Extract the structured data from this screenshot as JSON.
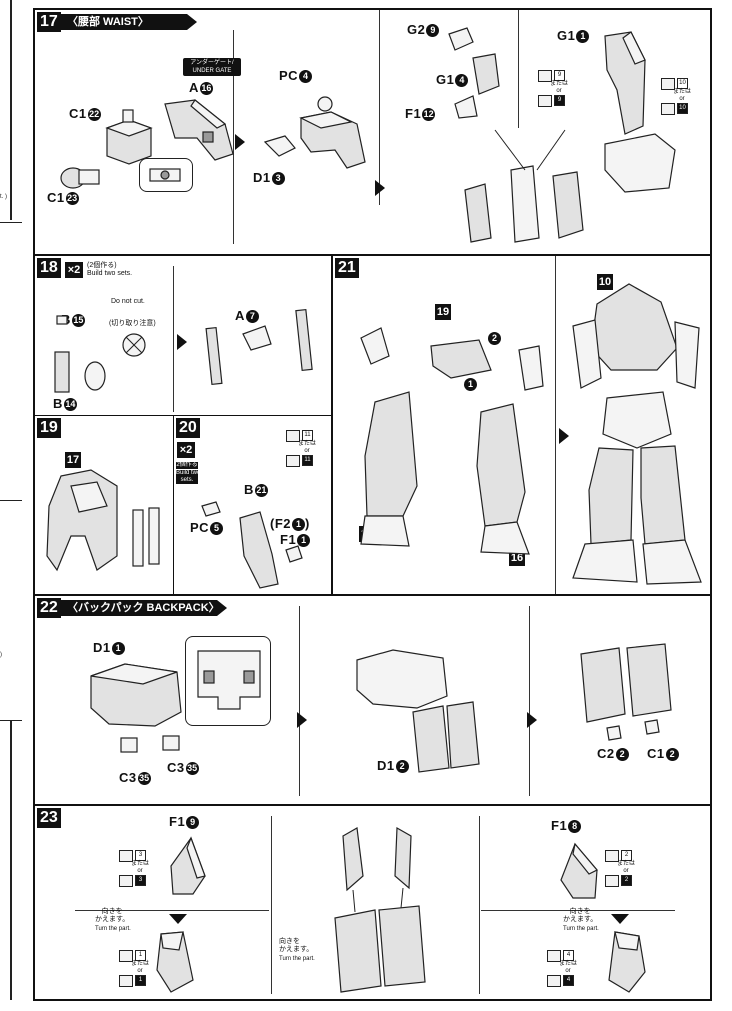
{
  "edge": {
    "note_top": "t.\n)",
    "note_mid": ")"
  },
  "step17": {
    "number": "17",
    "title": "〈腰部 WAIST〉",
    "under_gate_badge": "アンダーゲート/\nUNDER GATE",
    "labels": {
      "a16": "A",
      "a16c": "16",
      "c122": "C1",
      "c122c": "22",
      "c123": "C1",
      "c123c": "23",
      "pc4": "PC",
      "pc4c": "4",
      "d13": "D1",
      "d13c": "3",
      "g29": "G2",
      "g29c": "9",
      "g14": "G1",
      "g14c": "4",
      "f112": "F1",
      "f112c": "12",
      "g11": "G1",
      "g11c": "1"
    },
    "alt_left": {
      "top": "9",
      "or_ja": "または",
      "or_en": "or",
      "bottom": "9"
    },
    "alt_right": {
      "top": "10",
      "or_ja": "または",
      "or_en": "or",
      "bottom": "10"
    }
  },
  "step18": {
    "number": "18",
    "x2": "×2",
    "build_ja": "(2個作る)",
    "build_en": "Build two sets.",
    "do_not_cut_en": "Do not cut.",
    "do_not_cut_ja": "(切り取り注意)",
    "labels": {
      "b15": "B",
      "b15c": "15",
      "b14": "B",
      "b14c": "14",
      "a7": "A",
      "a7c": "7"
    }
  },
  "step19": {
    "number": "19",
    "ref": "17"
  },
  "step20": {
    "number": "20",
    "x2": "×2",
    "build_ja": "2個作る",
    "build_en": "Build two\nsets.",
    "labels": {
      "b21": "B",
      "b21c": "21",
      "pc5": "PC",
      "pc5c": "5",
      "f21": "(F2",
      "f21c": "1",
      "f21end": ")",
      "f11": "F1",
      "f11c": "1"
    },
    "alt": {
      "top": "11",
      "or_ja": "または",
      "or_en": "or",
      "bottom": "11"
    }
  },
  "step21": {
    "number": "21",
    "refs": {
      "top": "19",
      "left_bottom": "14",
      "right_bottom": "16",
      "right_top": "10"
    },
    "markers": {
      "m1": "1",
      "m2": "2"
    }
  },
  "step22": {
    "number": "22",
    "title": "〈バックパック BACKPACK〉",
    "labels": {
      "d11": "D1",
      "d11c": "1",
      "c335a": "C3",
      "c335ac": "35",
      "c335b": "C3",
      "c335bc": "35",
      "d12": "D1",
      "d12c": "2",
      "c22": "C2",
      "c22c": "2",
      "c12": "C1",
      "c12c": "2"
    }
  },
  "step23": {
    "number": "23",
    "labels": {
      "f19": "F1",
      "f19c": "9",
      "f18": "F1",
      "f18c": "8"
    },
    "turn_ja": "向きを\nかえます。",
    "turn_en": "Turn the part.",
    "alt_l_top": {
      "top": "3",
      "or_ja": "または",
      "or_en": "or",
      "bottom": "3"
    },
    "alt_l_bot": {
      "top": "1",
      "or_ja": "または",
      "or_en": "or",
      "bottom": "1"
    },
    "alt_r_top": {
      "top": "2",
      "or_ja": "または",
      "or_en": "or",
      "bottom": "2"
    },
    "alt_r_bot": {
      "top": "4",
      "or_ja": "または",
      "or_en": "or",
      "bottom": "4"
    }
  }
}
